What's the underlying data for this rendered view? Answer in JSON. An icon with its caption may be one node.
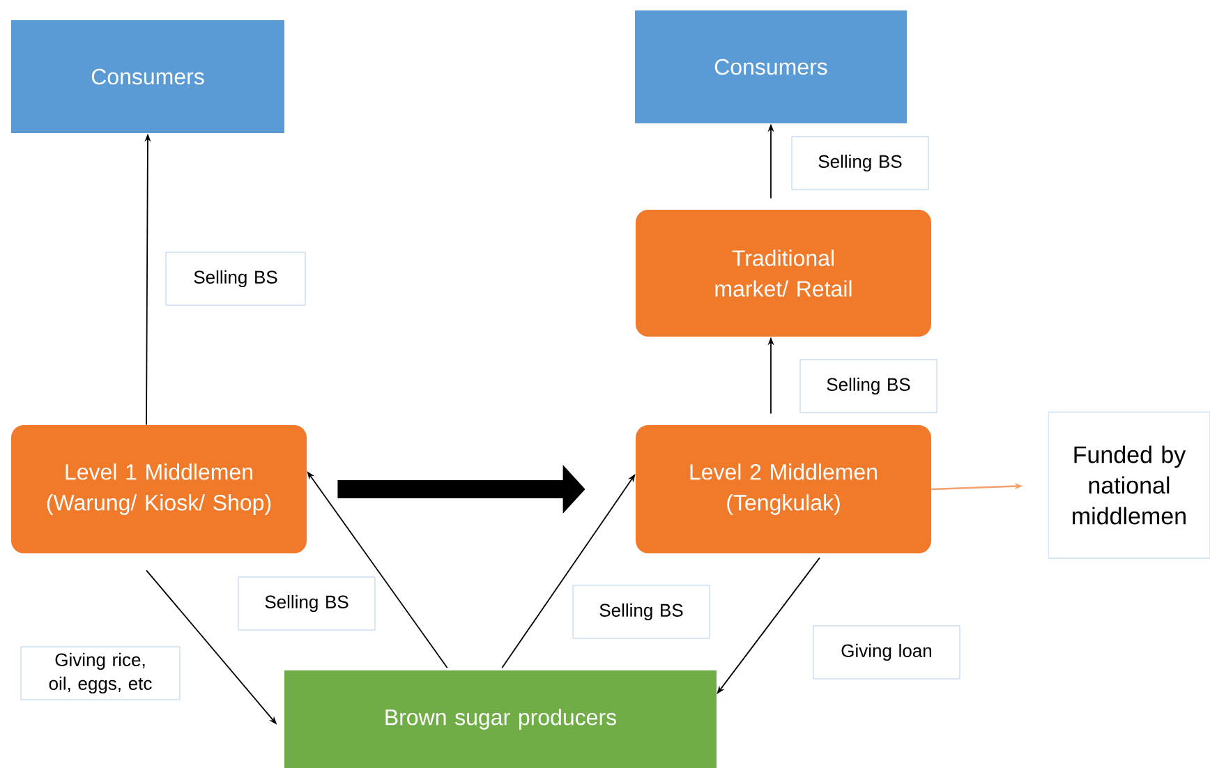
{
  "diagram": {
    "nodes": [
      {
        "text": [
          "Consumers"
        ]
      },
      {
        "text": [
          "Consumers"
        ]
      },
      {
        "text": [
          "Traditional market/ Retail"
        ]
      },
      {
        "text": [
          "Level 1 Middlemen (Warung/ Kiosk/ Shop)"
        ]
      },
      {
        "text": [
          "Level 2 Middlemen (Tengkulak)"
        ]
      },
      {
        "text": [
          "Funded by national middlemen"
        ]
      },
      {
        "text": [
          "Brown sugar producers"
        ]
      }
    ],
    "edges": [
      {
        "from": 3,
        "to": 0,
        "arrow": "to",
        "label": "Selling BS"
      },
      {
        "from": 2,
        "to": 1,
        "arrow": "to",
        "label": "Selling BS"
      },
      {
        "from": 4,
        "to": 2,
        "arrow": "to",
        "label": "Selling BS"
      },
      {
        "from": 3,
        "to": 4,
        "arrow": "to",
        "style": "thick"
      },
      {
        "from": 4,
        "to": 5,
        "arrow": "to",
        "color": "#f4a06a"
      },
      {
        "from": 3,
        "to": 6,
        "arrow": "to",
        "label": "Giving rice, oil, eggs, etc"
      },
      {
        "from": 6,
        "to": 3,
        "arrow": "to",
        "label": "Selling BS"
      },
      {
        "from": 6,
        "to": 4,
        "arrow": "to",
        "label": "Selling BS"
      },
      {
        "from": 4,
        "to": 6,
        "arrow": "to",
        "label": "Giving loan"
      }
    ]
  }
}
